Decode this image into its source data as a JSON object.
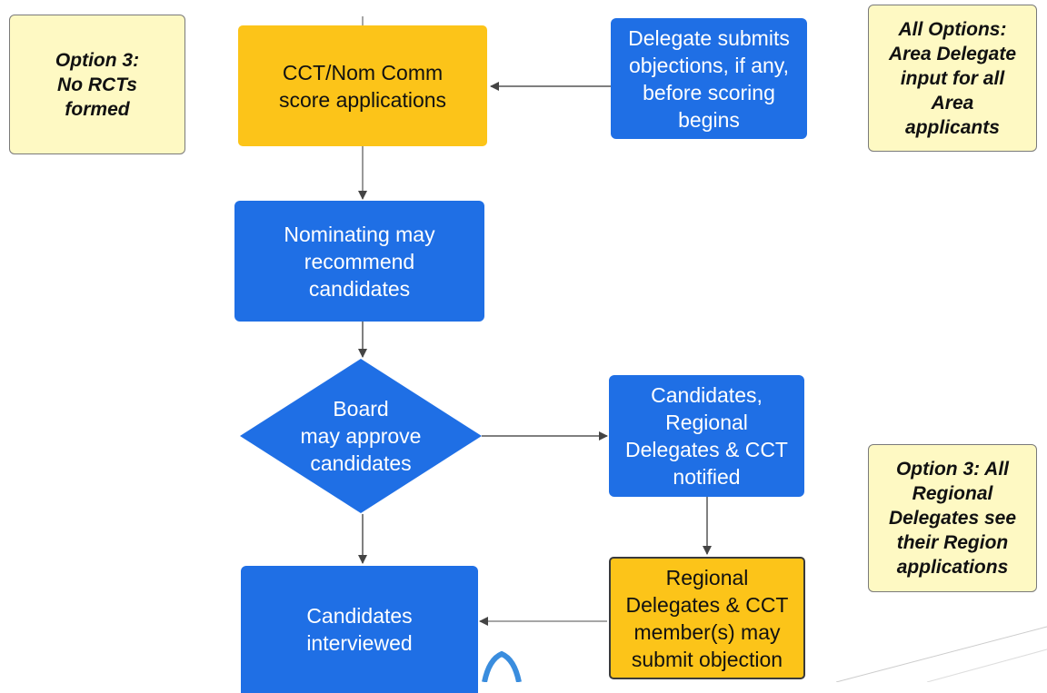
{
  "notes": {
    "option3_no_rcts": "Option 3:\nNo RCTs\nformed",
    "all_options": "All Options:\nArea Delegate\ninput for all\nArea\napplicants",
    "option3_regional": "Option 3: All\nRegional\nDelegates see\ntheir Region\napplications"
  },
  "nodes": {
    "score_applications": "CCT/Nom Comm\nscore applications",
    "delegate_submits": "Delegate submits\nobjections, if any,\nbefore scoring\nbegins",
    "nominating_recommend": "Nominating may\nrecommend\ncandidates",
    "board_approve": "Board\nmay approve\ncandidates",
    "candidates_notified": "Candidates,\nRegional\nDelegates & CCT\nnotified",
    "regional_objection": "Regional\nDelegates & CCT\nmember(s) may\nsubmit objection",
    "candidates_interviewed": "Candidates\ninterviewed"
  },
  "colors": {
    "process_blue": "#1f6fe5",
    "highlight_yellow": "#fcc419",
    "note_yellow": "#fef9c3",
    "connector": "#555555"
  }
}
